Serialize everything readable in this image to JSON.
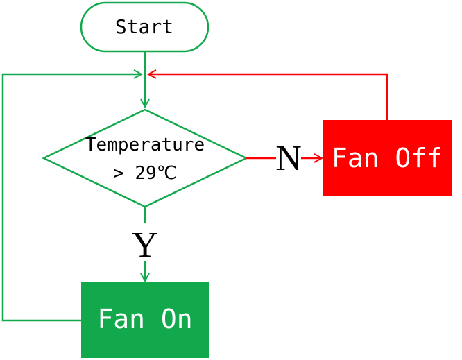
{
  "colors": {
    "green": "#12a84c",
    "red": "#ff0000",
    "text": "#000000",
    "white": "#ffffff",
    "background": "#ffffff"
  },
  "nodes": {
    "start": {
      "label": "Start",
      "shape": "terminator"
    },
    "decision": {
      "line1": "Temperature",
      "line2": "> 29℃",
      "shape": "diamond"
    },
    "fan_on": {
      "label": "Fan On",
      "shape": "process"
    },
    "fan_off": {
      "label": "Fan Off",
      "shape": "process"
    }
  },
  "edges": {
    "yes_label": "Y",
    "no_label": "N"
  }
}
